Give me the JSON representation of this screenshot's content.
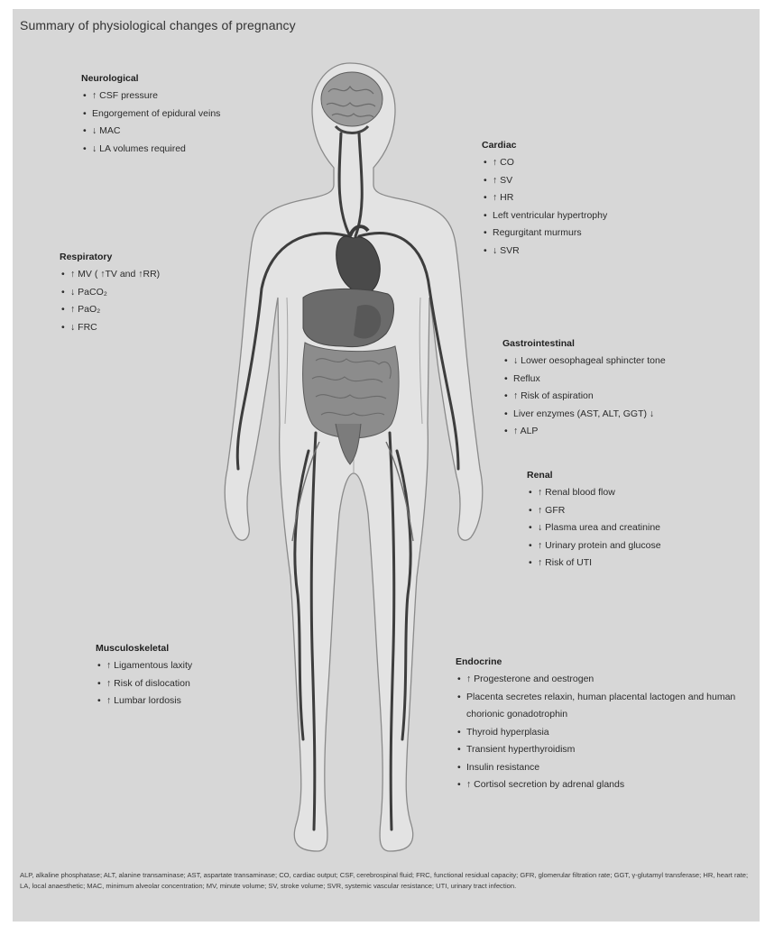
{
  "title": "Summary of physiological changes of pregnancy",
  "sections": {
    "neurological": {
      "heading": "Neurological",
      "items": [
        "↑ CSF pressure",
        "Engorgement of epidural veins",
        "↓ MAC",
        "↓ LA volumes required"
      ]
    },
    "cardiac": {
      "heading": "Cardiac",
      "items": [
        "↑ CO",
        "↑ SV",
        "↑ HR",
        "Left ventricular hypertrophy",
        "Regurgitant murmurs",
        "↓ SVR"
      ]
    },
    "respiratory": {
      "heading": "Respiratory",
      "items": [
        "↑ MV ( ↑TV and ↑RR)",
        "↓ PaCO₂",
        "↑ PaO₂",
        "↓ FRC"
      ]
    },
    "gastrointestinal": {
      "heading": "Gastrointestinal",
      "items": [
        "↓ Lower oesophageal sphincter tone",
        "Reflux",
        "↑ Risk of aspiration",
        "Liver enzymes (AST, ALT, GGT) ↓",
        "↑ ALP"
      ]
    },
    "renal": {
      "heading": "Renal",
      "items": [
        "↑ Renal blood flow",
        "↑ GFR",
        "↓ Plasma urea and creatinine",
        "↑ Urinary protein and glucose",
        "↑ Risk of UTI"
      ]
    },
    "musculoskeletal": {
      "heading": "Musculoskeletal",
      "items": [
        "↑ Ligamentous laxity",
        "↑ Risk of dislocation",
        "↑ Lumbar lordosis"
      ]
    },
    "endocrine": {
      "heading": "Endocrine",
      "items": [
        "↑ Progesterone and oestrogen",
        "Placenta secretes relaxin, human placental lactogen and human chorionic gonadotrophin",
        "Thyroid hyperplasia",
        "Transient hyperthyroidism",
        "Insulin resistance",
        "↑ Cortisol secretion by adrenal glands"
      ]
    }
  },
  "footnote": "ALP, alkaline phosphatase; ALT, alanine transaminase; AST, aspartate transaminase; CO, cardiac output; CSF, cerebrospinal fluid; FRC, functional residual capacity; GFR, glomerular filtration rate; GGT, γ-glutamyl transferase; HR, heart rate; LA, local anaesthetic; MAC, minimum alveolar concentration; MV, minute volume; SV, stroke volume; SVR, systemic vascular resistance; UTI, urinary tract infection."
}
